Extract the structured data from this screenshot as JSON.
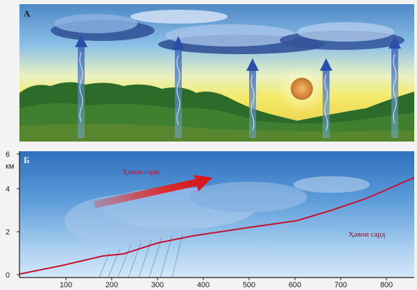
{
  "panel_a": {
    "label": "А"
  },
  "panel_b": {
    "label": "Б",
    "warm_air_label": "Ҳавои гарм",
    "cold_air_label": "Ҳавои сард",
    "y_unit": "км",
    "y_ticks": [
      "6",
      "4",
      "2",
      "0"
    ],
    "x_ticks": [
      "100",
      "200",
      "300",
      "400",
      "500",
      "600",
      "700",
      "800"
    ]
  },
  "colors": {
    "front_line": "#c8102e",
    "warm_arrow": "#e3201b",
    "updraft_arrow": "#2b4fa8"
  },
  "icons": [
    "updraft-arrow-icon",
    "sun-icon",
    "cloud-icon",
    "warm-air-arrow-icon"
  ]
}
